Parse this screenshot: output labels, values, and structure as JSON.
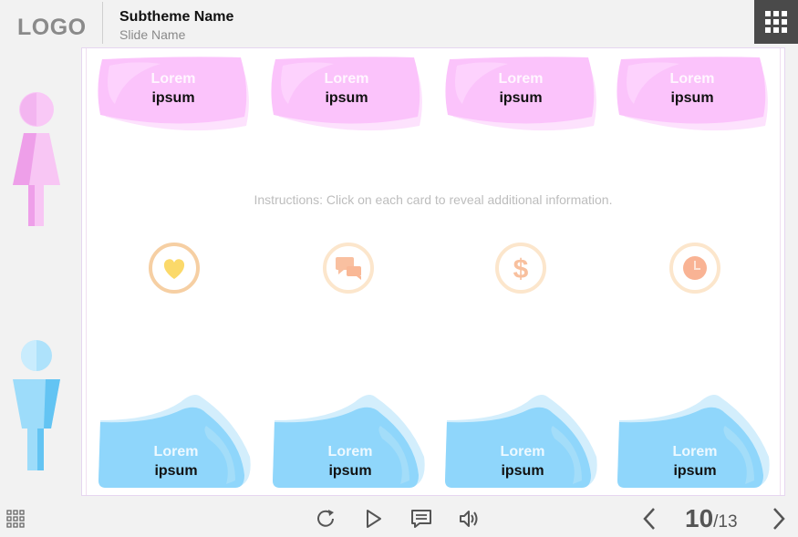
{
  "header": {
    "logo": "LOGO",
    "subtheme": "Subtheme Name",
    "slide_name": "Slide Name"
  },
  "slide": {
    "instructions": "Instructions: Click on each card to reveal additional information.",
    "top_cards": [
      {
        "line1": "Lorem",
        "line2": "ipsum"
      },
      {
        "line1": "Lorem",
        "line2": "ipsum"
      },
      {
        "line1": "Lorem",
        "line2": "ipsum"
      },
      {
        "line1": "Lorem",
        "line2": "ipsum"
      }
    ],
    "bottom_cards": [
      {
        "line1": "Lorem",
        "line2": "ipsum"
      },
      {
        "line1": "Lorem",
        "line2": "ipsum"
      },
      {
        "line1": "Lorem",
        "line2": "ipsum"
      },
      {
        "line1": "Lorem",
        "line2": "ipsum"
      }
    ],
    "icons": [
      "heart-icon",
      "chat-icon",
      "dollar-icon",
      "clock-icon"
    ]
  },
  "footer": {
    "page_current": "10",
    "page_total": "/13"
  },
  "colors": {
    "pink_card": "#fbc3fb",
    "blue_card": "#8fd6fb",
    "icon_ring": "#fbe3c8",
    "header_menu": "#4a4a4a"
  }
}
